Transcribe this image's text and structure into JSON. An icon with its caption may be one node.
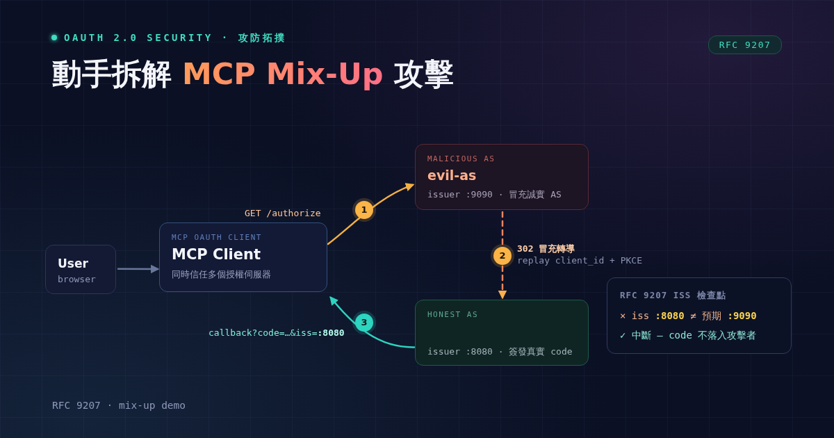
{
  "diagram": {
    "title": "動手拆解 MCP Mix-Up 攻擊",
    "nodes": [
      {
        "text": [
          "User",
          "browser"
        ]
      },
      {
        "text": [
          "MCP OAUTH CLIENT",
          "MCP Client",
          "同時信任多個授權伺服器"
        ]
      },
      {
        "text": [
          "MALICIOUS AS",
          "evil-as",
          "issuer :9090 · 冒充誠實 AS"
        ]
      },
      {
        "text": [
          "HONEST AS",
          "issuer :8080 · 簽發真實 code"
        ]
      },
      {
        "text": [
          "RFC 9207 ISS 檢查點",
          "× iss **:8080** ≠ 預期 **:9090**",
          "✓ 中斷 — code 不落入攻擊者"
        ]
      },
      {
        "text": [
          "RFC 9207"
        ]
      }
    ],
    "edges": [
      {
        "from": 0,
        "to": 1,
        "arrow": "to",
        "color": "#68779a"
      },
      {
        "from": 1,
        "to": 2,
        "arrow": "to",
        "label": "GET /authorize",
        "color": "#f5b041"
      },
      {
        "from": 2,
        "to": 3,
        "arrow": "to",
        "label": "302 冒充轉導",
        "style": "dashed",
        "color": "#f0845d"
      },
      {
        "from": 3,
        "to": 1,
        "arrow": "to",
        "label": "callback?code=…&iss=**:8080**",
        "color": "#2dd4bf"
      }
    ],
    "labels": [
      "OAUTH 2.0 SECURITY · 攻防拓撲",
      "1",
      "2",
      "replay client_id + PKCE",
      "3",
      "RFC 9207 · mix-up demo"
    ]
  }
}
